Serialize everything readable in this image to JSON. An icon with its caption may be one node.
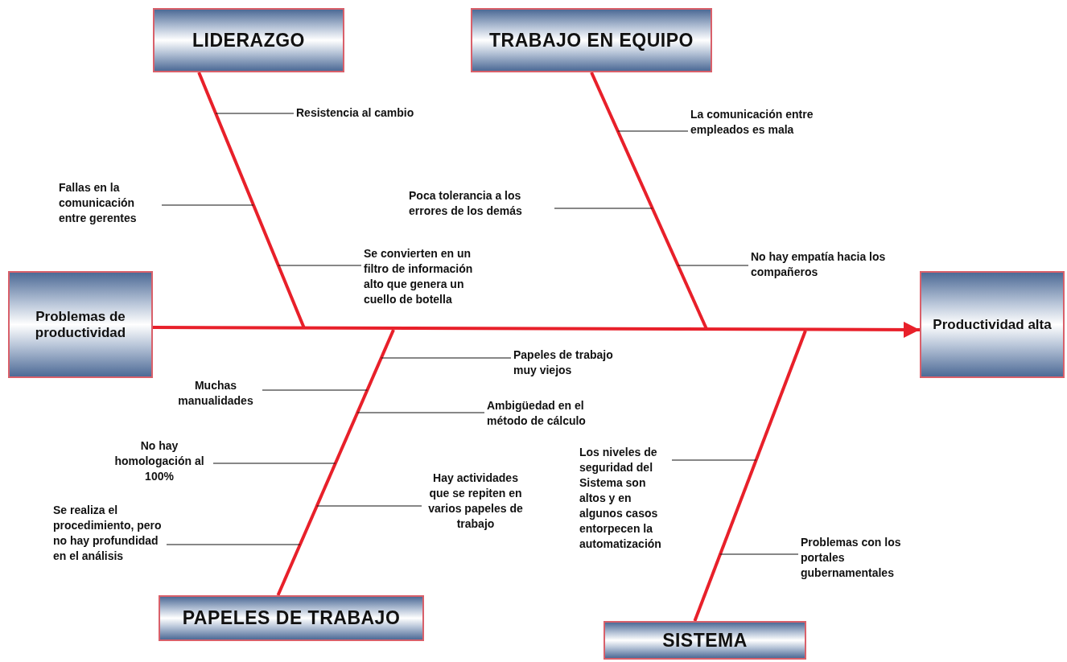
{
  "diagram": {
    "nodes": [
      {
        "text": [
          "Problemas de productividad"
        ]
      },
      {
        "text": [
          "Productividad alta"
        ]
      },
      {
        "text": [
          "LIDERAZGO"
        ]
      },
      {
        "text": [
          "TRABAJO EN EQUIPO"
        ]
      },
      {
        "text": [
          "PAPELES DE TRABAJO"
        ]
      },
      {
        "text": [
          "SISTEMA"
        ]
      },
      {
        "text": [
          "Resistencia al cambio"
        ]
      },
      {
        "text": [
          "Fallas en la comunicación entre gerentes"
        ]
      },
      {
        "text": [
          "Se convierten en un filtro de información alto que genera un cuello de botella"
        ]
      },
      {
        "text": [
          "La comunicación entre empleados es mala"
        ]
      },
      {
        "text": [
          "Poca tolerancia a los errores de los demás"
        ]
      },
      {
        "text": [
          "No hay empatía hacia los compañeros"
        ]
      },
      {
        "text": [
          "Papeles de trabajo muy viejos"
        ]
      },
      {
        "text": [
          "Muchas manualidades"
        ]
      },
      {
        "text": [
          "Ambigüedad en el método de cálculo"
        ]
      },
      {
        "text": [
          "No hay homologación al 100%"
        ]
      },
      {
        "text": [
          "Hay actividades que se repiten en varios papeles de trabajo"
        ]
      },
      {
        "text": [
          "Se realiza el procedimiento, pero no hay profundidad en el análisis"
        ]
      },
      {
        "text": [
          "Los niveles de seguridad del Sistema son altos y en algunos casos entorpecen la automatización"
        ]
      },
      {
        "text": [
          "Problemas con los portales gubernamentales"
        ]
      }
    ],
    "edges": [
      {
        "from": 0,
        "to": 1,
        "arrow": "to",
        "color": "#e8202a",
        "style": "thick"
      },
      {
        "from": 2,
        "to": null,
        "arrow": "none",
        "color": "#e8202a",
        "style": "thick"
      },
      {
        "from": 3,
        "to": null,
        "arrow": "none",
        "color": "#e8202a",
        "style": "thick"
      },
      {
        "from": 4,
        "to": null,
        "arrow": "none",
        "color": "#e8202a",
        "style": "thick"
      },
      {
        "from": 5,
        "to": null,
        "arrow": "none",
        "color": "#e8202a",
        "style": "thick"
      },
      {
        "from": 6,
        "to": null,
        "arrow": "none"
      },
      {
        "from": 7,
        "to": null,
        "arrow": "none"
      },
      {
        "from": 8,
        "to": null,
        "arrow": "none"
      },
      {
        "from": 9,
        "to": null,
        "arrow": "none"
      },
      {
        "from": 10,
        "to": null,
        "arrow": "none"
      },
      {
        "from": 11,
        "to": null,
        "arrow": "none"
      },
      {
        "from": 12,
        "to": null,
        "arrow": "none"
      },
      {
        "from": 13,
        "to": null,
        "arrow": "none"
      },
      {
        "from": 14,
        "to": null,
        "arrow": "none"
      },
      {
        "from": 15,
        "to": null,
        "arrow": "none"
      },
      {
        "from": 16,
        "to": null,
        "arrow": "none"
      },
      {
        "from": 17,
        "to": null,
        "arrow": "none"
      },
      {
        "from": 18,
        "to": null,
        "arrow": "none"
      },
      {
        "from": 19,
        "to": null,
        "arrow": "none"
      }
    ]
  }
}
